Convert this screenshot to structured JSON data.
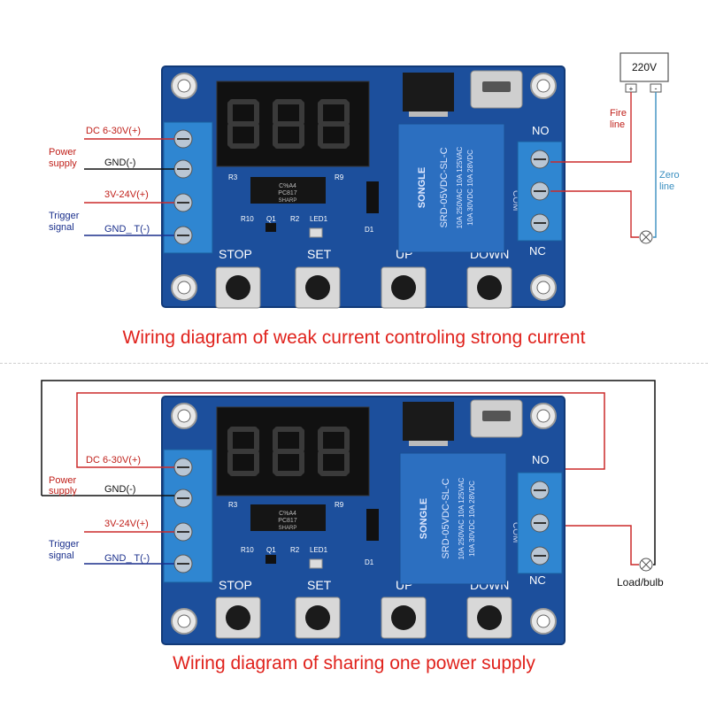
{
  "board_labels": {
    "buttons": [
      "STOP",
      "SET",
      "UP",
      "DOWN"
    ],
    "relay_no": "NO",
    "relay_com": "COM",
    "relay_nc": "NC",
    "relay_brand": "SONGLE",
    "relay_model": "SRD-05VDC-SL-C",
    "relay_rating_1": "10A 250VAC  10A 125VAC",
    "relay_rating_2": "10A 30VDC  10A 28VDC",
    "opto_1": "C%A4",
    "opto_2": "PC817",
    "opto_3": "SHARP",
    "silk_r10": "R10",
    "silk_q1": "Q1",
    "silk_r2": "R2",
    "silk_led1": "LED1",
    "silk_r3": "R3",
    "silk_r9": "R9",
    "silk_d1": "D1"
  },
  "diagram1": {
    "dc_label": "DC 6-30V(+)",
    "power_supply_label_1": "Power",
    "power_supply_label_2": "supply",
    "gnd_label": "GND(-)",
    "trigger_v_label": "3V-24V(+)",
    "trigger_label_1": "Trigger",
    "trigger_label_2": "signal",
    "gnd_t_label": "GND_ T(-)",
    "mains_label": "220V",
    "mains_plus": "+",
    "mains_minus": "-",
    "fire_line_1": "Fire",
    "fire_line_2": "line",
    "zero_line_1": "Zero",
    "zero_line_2": "line",
    "caption": "Wiring diagram of weak current controling strong current"
  },
  "diagram2": {
    "dc_label": "DC 6-30V(+)",
    "power_supply_label_1": "Power",
    "power_supply_label_2": "supply",
    "gnd_label": "GND(-)",
    "trigger_v_label": "3V-24V(+)",
    "trigger_label_1": "Trigger",
    "trigger_label_2": "signal",
    "gnd_t_label": "GND_ T(-)",
    "load_label": "Load/bulb",
    "caption": "Wiring diagram of sharing one power supply"
  },
  "colors": {
    "pcb": "#1c4f9c",
    "pcb_dark": "#123a78",
    "terminal": "#2f86d1",
    "relay": "#2c6fc0",
    "wire_red": "#cc2a2a",
    "wire_black": "#111111",
    "wire_blue": "#3a8fc0",
    "label_red": "#c0201a",
    "label_blue": "#1a2f8c",
    "caption": "#e0221c"
  }
}
